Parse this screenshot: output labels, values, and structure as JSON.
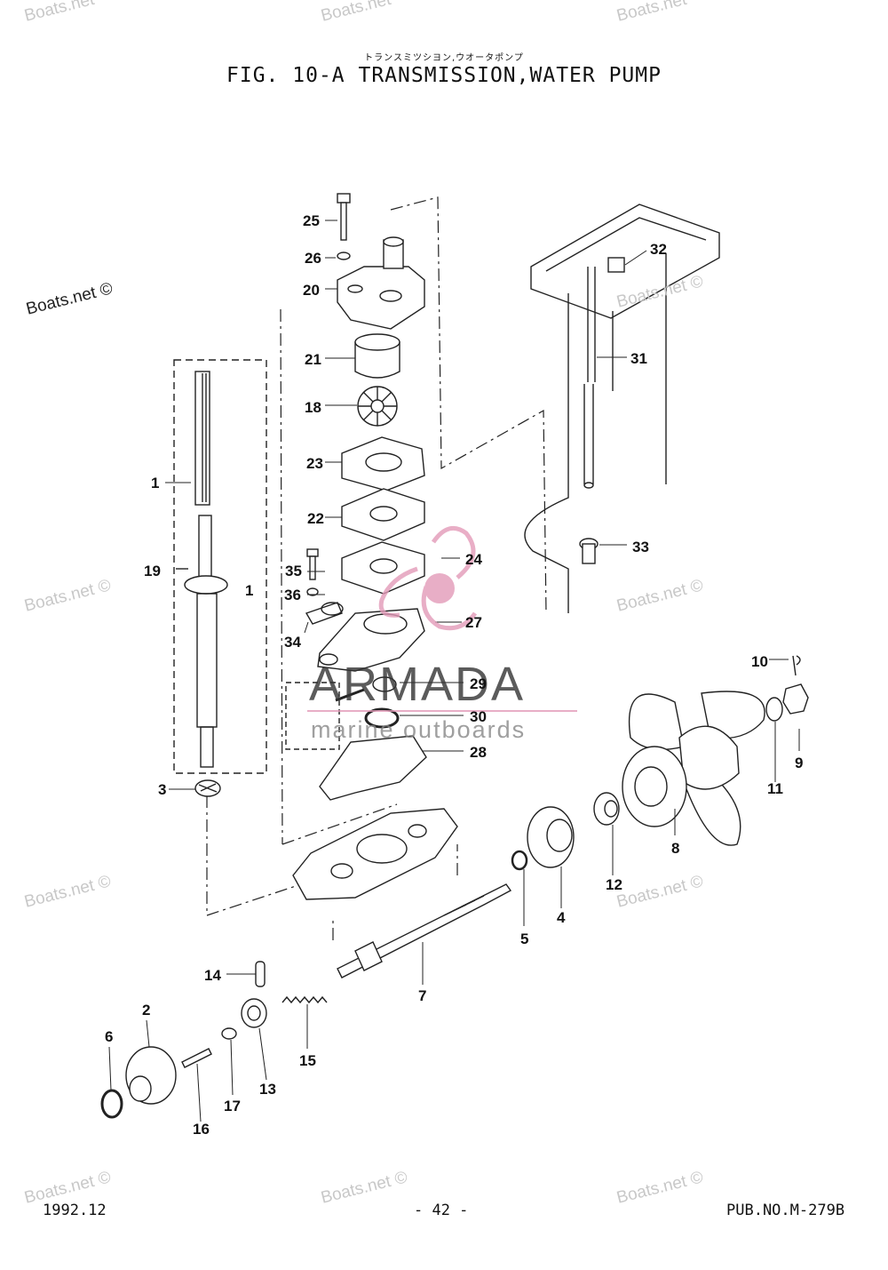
{
  "header": {
    "subtitle_jp": "トランスミツシヨン,ウオータポンプ",
    "title": "FIG. 10-A TRANSMISSION,WATER PUMP"
  },
  "footer": {
    "date": "1992.12",
    "page": "- 42 -",
    "pub_no": "PUB.NO.M-279B"
  },
  "watermarks": {
    "site": "Boats.net",
    "site_copyright": "Boats.net ©",
    "brand": "ARMADA",
    "brand_sub": "marine outboards",
    "brand_color": "#e39ab8"
  },
  "callouts": {
    "c1a": "1",
    "c1b": "1",
    "c2": "2",
    "c3": "3",
    "c4": "4",
    "c5": "5",
    "c6": "6",
    "c7": "7",
    "c8": "8",
    "c9": "9",
    "c10": "10",
    "c11": "11",
    "c12": "12",
    "c13": "13",
    "c14": "14",
    "c15": "15",
    "c16": "16",
    "c17": "17",
    "c18": "18",
    "c19": "19",
    "c20": "20",
    "c21": "21",
    "c22": "22",
    "c23": "23",
    "c24": "24",
    "c25": "25",
    "c26": "26",
    "c27": "27",
    "c28": "28",
    "c29": "29",
    "c30": "30",
    "c31": "31",
    "c32": "32",
    "c33": "33",
    "c34": "34",
    "c35": "35",
    "c36": "36"
  }
}
